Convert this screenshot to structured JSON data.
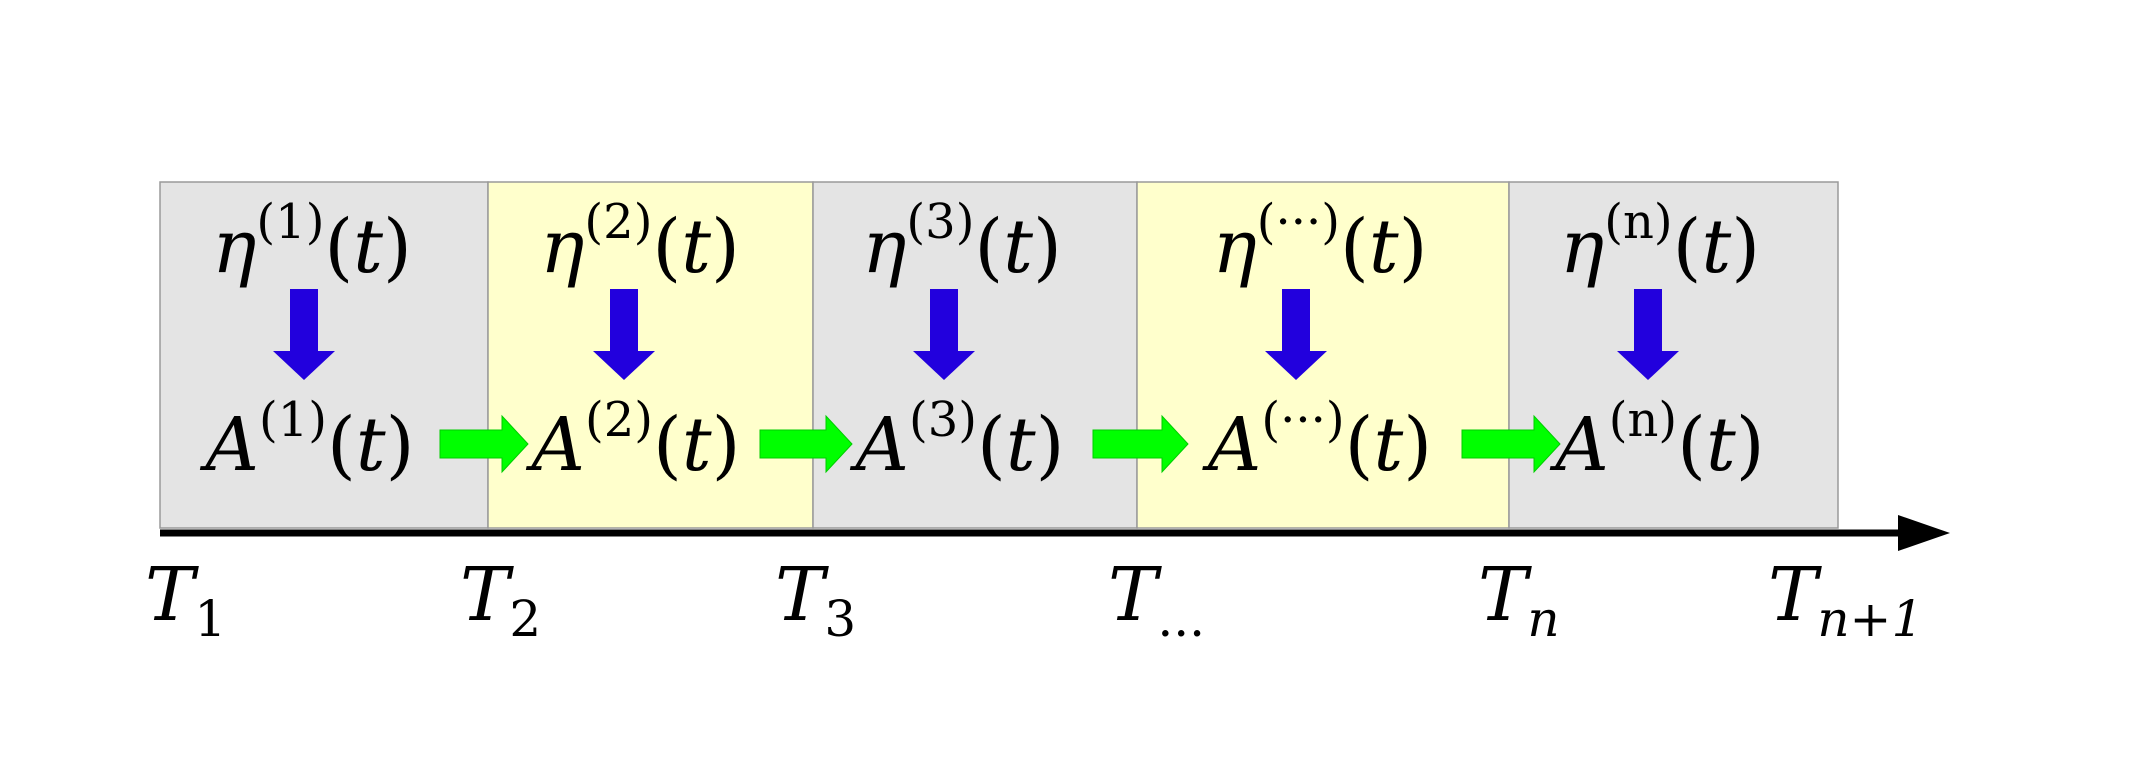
{
  "colors": {
    "panel_gray": "#e4e4e4",
    "panel_yellow": "#ffffcc",
    "panel_border": "#9a9a9a",
    "down_arrow": "#2200dd",
    "right_arrow": "#00ff00",
    "axis": "#000000",
    "text": "#000000"
  },
  "panels": [
    {
      "fill": "gray",
      "eta": {
        "base": "η",
        "sup": "(1)",
        "arg": "(t)"
      },
      "a": {
        "base": "A",
        "sup": "(1)",
        "arg": "(t)"
      }
    },
    {
      "fill": "yellow",
      "eta": {
        "base": "η",
        "sup": "(2)",
        "arg": "(t)"
      },
      "a": {
        "base": "A",
        "sup": "(2)",
        "arg": "(t)"
      }
    },
    {
      "fill": "gray",
      "eta": {
        "base": "η",
        "sup": "(3)",
        "arg": "(t)"
      },
      "a": {
        "base": "A",
        "sup": "(3)",
        "arg": "(t)"
      }
    },
    {
      "fill": "yellow",
      "eta": {
        "base": "η",
        "sup": "(···)",
        "arg": "(t)"
      },
      "a": {
        "base": "A",
        "sup": "(···)",
        "arg": "(t)"
      }
    },
    {
      "fill": "gray",
      "eta": {
        "base": "η",
        "sup": "(n)",
        "arg": "(t)"
      },
      "a": {
        "base": "A",
        "sup": "(n)",
        "arg": "(t)"
      }
    }
  ],
  "ticks": [
    {
      "base": "T",
      "sub": "1"
    },
    {
      "base": "T",
      "sub": "2"
    },
    {
      "base": "T",
      "sub": "3"
    },
    {
      "base": "T",
      "sub": "..."
    },
    {
      "base": "T",
      "sub": "n"
    },
    {
      "base": "T",
      "sub": "n+1"
    }
  ],
  "icons": {
    "down_arrow": "down-arrow-icon",
    "right_arrow": "right-arrow-icon",
    "axis_arrow": "axis-arrowhead-icon"
  }
}
